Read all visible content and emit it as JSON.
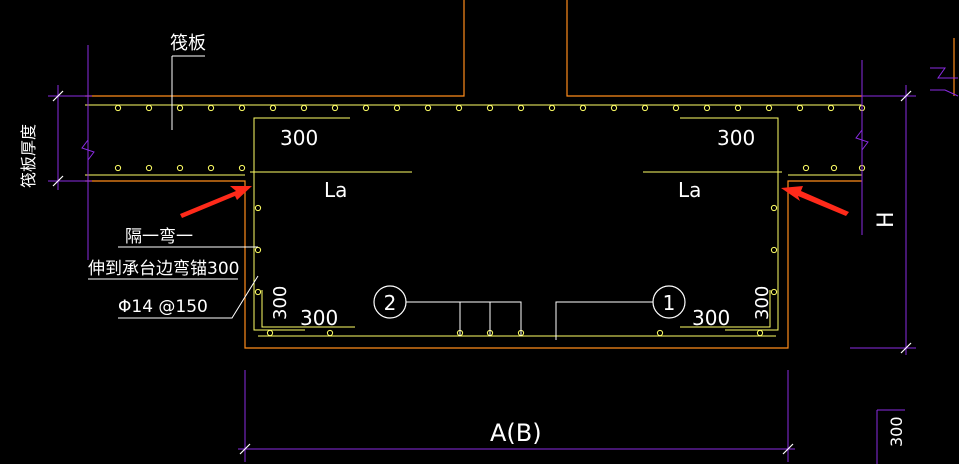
{
  "drawing": {
    "colors": {
      "background": "#000000",
      "concrete_outline": "#ff8c1a",
      "rebar": "#ffff66",
      "dimension": "#8a2be2",
      "leader": "#ffffff",
      "annotation_arrow": "#ff2a1a",
      "text": "#ffffff"
    },
    "labels": {
      "raft": "筏板",
      "raft_thickness": "筏板厚度",
      "cover_top_left": "300",
      "cover_top_right": "300",
      "anchor_left": "La",
      "anchor_right": "La",
      "alt_bend": "隔一弯一",
      "extend_note": "伸到承台边弯锚300",
      "spacing_note": "Φ14 @150",
      "bottom_left_vertical": "300",
      "bottom_left_horizontal": "300",
      "bottom_right_horizontal": "300",
      "bottom_right_vertical": "300",
      "bar_mark_2": "2",
      "bar_mark_1": "1",
      "height_dim": "H",
      "width_dim": "A(B)",
      "right_bottom_dim": "300"
    }
  }
}
